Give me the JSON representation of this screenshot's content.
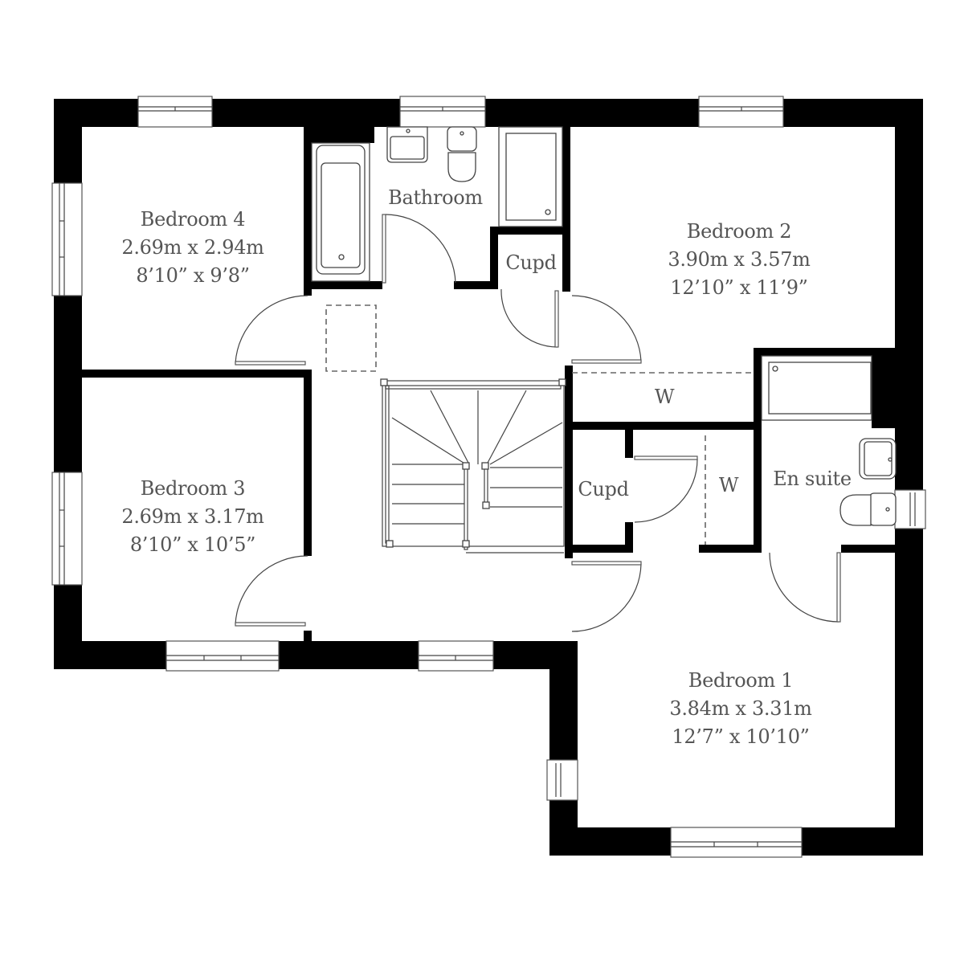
{
  "plan": {
    "colors": {
      "wall": "#000000",
      "background": "#ffffff",
      "text": "#555555",
      "line": "#444444"
    },
    "rooms": [
      {
        "id": "bedroom4",
        "name": "Bedroom 4",
        "metric": "2.69m x 2.94m",
        "imperial": "8’10” x 9’8”"
      },
      {
        "id": "bedroom3",
        "name": "Bedroom 3",
        "metric": "2.69m x 3.17m",
        "imperial": "8’10” x 10’5”"
      },
      {
        "id": "bedroom2",
        "name": "Bedroom 2",
        "metric": "3.90m x 3.57m",
        "imperial": "12’10” x 11’9”"
      },
      {
        "id": "bedroom1",
        "name": "Bedroom 1",
        "metric": "3.84m x 3.31m",
        "imperial": "12’7” x 10’10”"
      },
      {
        "id": "bathroom",
        "name": "Bathroom"
      },
      {
        "id": "ensuite",
        "name": "En suite"
      },
      {
        "id": "cupd_top",
        "name": "Cupd"
      },
      {
        "id": "cupd_mid",
        "name": "Cupd"
      },
      {
        "id": "wardrobe_top",
        "name": "W"
      },
      {
        "id": "wardrobe_mid",
        "name": "W"
      }
    ]
  }
}
